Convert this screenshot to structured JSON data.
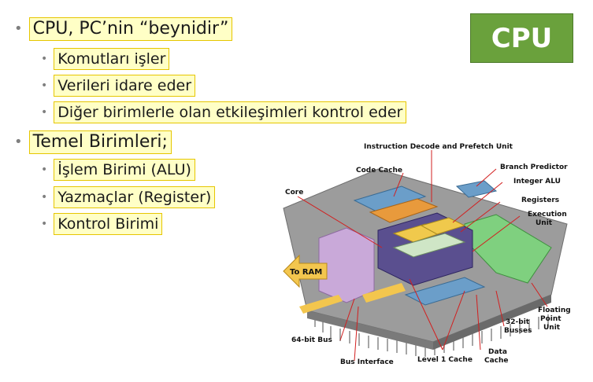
{
  "badge": {
    "label": "CPU",
    "color": "#6aa13c"
  },
  "bullets": {
    "main1": "CPU, PC’nin “beynidir”",
    "sub1": [
      "Komutları işler",
      "Verileri idare eder",
      "Diğer birimlerle olan etkileşimleri kontrol eder"
    ],
    "main2": "Temel Birimleri;",
    "sub2": [
      "İşlem Birimi (ALU)",
      "Yazmaçlar (Register)",
      "Kontrol Birimi"
    ]
  },
  "diagram": {
    "labels": {
      "instruction_decode": "Instruction Decode and Prefetch Unit",
      "code_cache": "Code Cache",
      "branch_predictor": "Branch Predictor",
      "integer_alu": "Integer ALU",
      "core": "Core",
      "registers": "Registers",
      "execution_unit_1": "Execution",
      "execution_unit_2": "Unit",
      "to_ram": "To RAM",
      "floating_point_1": "Floating",
      "floating_point_2": "Point",
      "floating_point_3": "Unit",
      "bit32_1": "32-bit",
      "bit32_2": "Busses",
      "bus64": "64-bit Bus",
      "bus_interface": "Bus Interface",
      "level1_cache": "Level 1 Cache",
      "data_cache_1": "Data",
      "data_cache_2": "Cache"
    }
  }
}
